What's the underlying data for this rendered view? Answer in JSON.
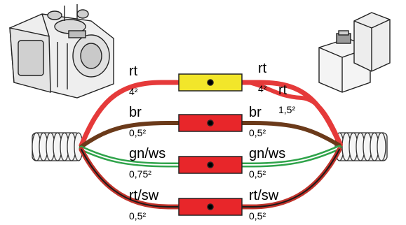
{
  "wires": [
    {
      "id": "red",
      "left_color": "rt",
      "left_size": "4²",
      "right_color": "rt",
      "right_size": "4²",
      "fuse_color": "#f2e62a"
    },
    {
      "id": "red2",
      "right_color": "rt",
      "right_size": "1,5²"
    },
    {
      "id": "brown",
      "left_color": "br",
      "left_size": "0,5²",
      "right_color": "br",
      "right_size": "0,5²",
      "fuse_color": "#e8262a"
    },
    {
      "id": "greenwhite",
      "left_color": "gn/ws",
      "left_size": "0,75²",
      "right_color": "gn/ws",
      "right_size": "0,5²",
      "fuse_color": "#e8262a"
    },
    {
      "id": "redblack",
      "left_color": "rt/sw",
      "left_size": "0,5²",
      "right_color": "rt/sw",
      "right_size": "0,5²",
      "fuse_color": "#e8262a"
    }
  ]
}
